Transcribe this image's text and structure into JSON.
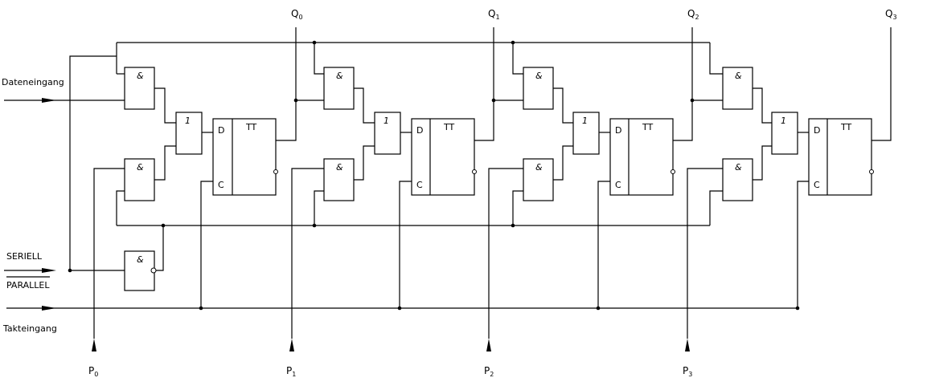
{
  "inputs": {
    "data_input": "Dateneingang",
    "serial": "SERIELL",
    "parallel": "PARALLEL",
    "clock_input": "Takteingang"
  },
  "gate_symbols": {
    "and": "&",
    "or": "1"
  },
  "flipflop": {
    "type": "TT",
    "d_pin": "D",
    "c_pin": "C"
  },
  "outputs": [
    {
      "letter": "Q",
      "index": "0"
    },
    {
      "letter": "Q",
      "index": "1"
    },
    {
      "letter": "Q",
      "index": "2"
    },
    {
      "letter": "Q",
      "index": "3"
    }
  ],
  "parallel_inputs": [
    {
      "letter": "P",
      "index": "0"
    },
    {
      "letter": "P",
      "index": "1"
    },
    {
      "letter": "P",
      "index": "2"
    },
    {
      "letter": "P",
      "index": "3"
    }
  ]
}
